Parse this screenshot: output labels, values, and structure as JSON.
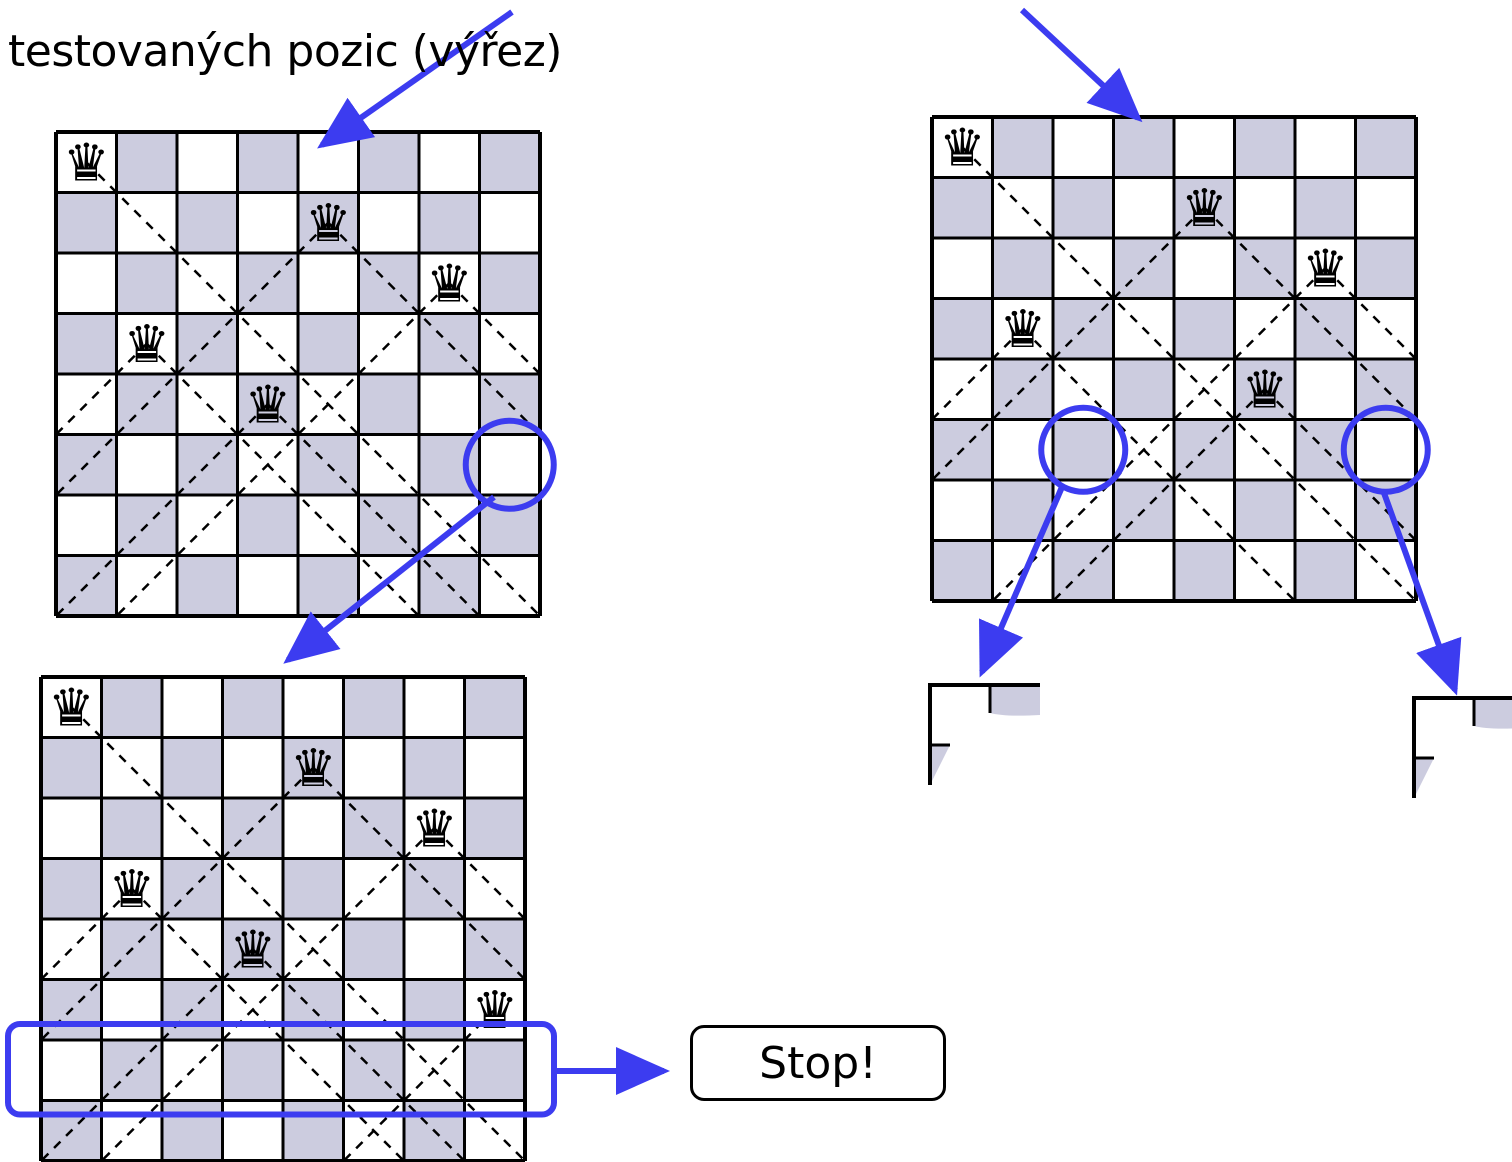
{
  "title": "testovaných pozic  (výřez)",
  "stop_label": "Stop!",
  "colors": {
    "light": "#ffffff",
    "dark": "#ccccdf",
    "accent": "#3c3cf0",
    "line": "#000000"
  },
  "queen_glyph": "♛",
  "boards": [
    {
      "name": "board-top-left",
      "queens": [
        [
          0,
          0
        ],
        [
          1,
          4
        ],
        [
          2,
          6
        ],
        [
          3,
          1
        ],
        [
          4,
          3
        ]
      ],
      "highlight": {
        "type": "circle",
        "cell": [
          5,
          7
        ]
      }
    },
    {
      "name": "board-bottom-left",
      "queens": [
        [
          0,
          0
        ],
        [
          1,
          4
        ],
        [
          2,
          6
        ],
        [
          3,
          1
        ],
        [
          4,
          3
        ],
        [
          5,
          7
        ]
      ],
      "highlight": {
        "type": "row",
        "row": 6
      }
    },
    {
      "name": "board-top-right",
      "queens": [
        [
          0,
          0
        ],
        [
          1,
          4
        ],
        [
          2,
          6
        ],
        [
          3,
          1
        ],
        [
          4,
          5
        ]
      ],
      "highlight": {
        "type": "circles",
        "cells": [
          [
            5,
            2
          ],
          [
            5,
            7
          ]
        ]
      }
    }
  ]
}
